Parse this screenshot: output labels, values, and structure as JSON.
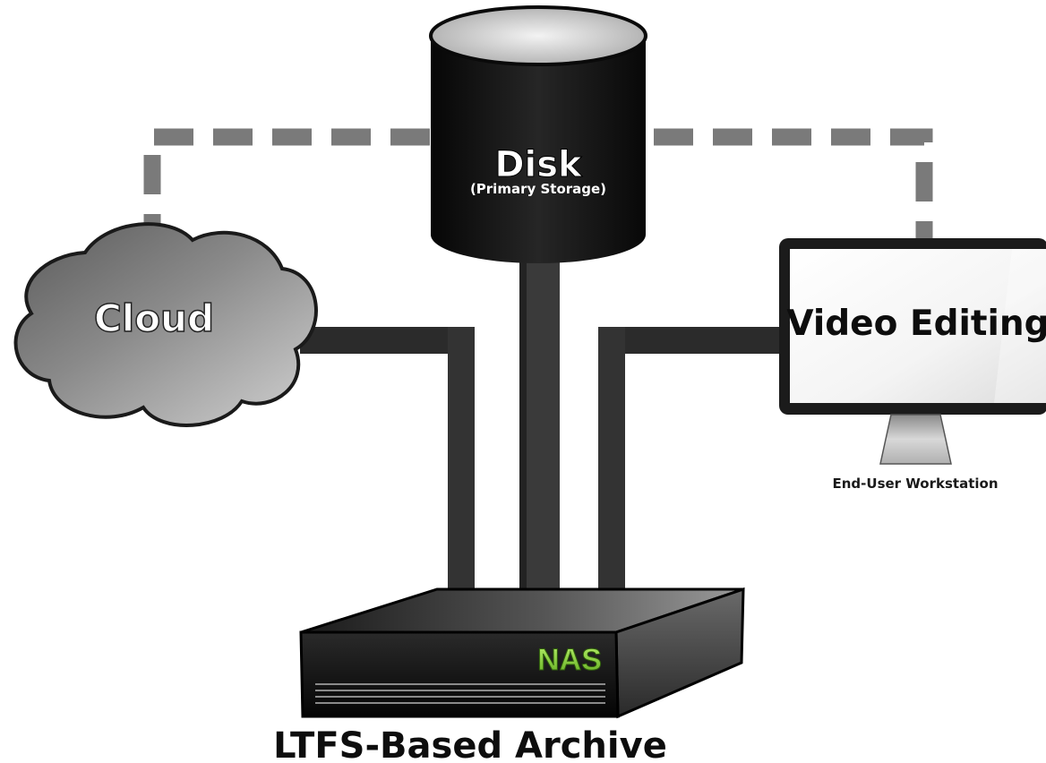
{
  "nodes": {
    "disk": {
      "label": "Disk",
      "sublabel": "(Primary Storage)"
    },
    "cloud": {
      "label": "Cloud"
    },
    "workstation": {
      "screen_label": "Video Editing",
      "caption": "End-User Workstation"
    },
    "archive": {
      "badge": "NAS",
      "caption": "LTFS-Based Archive"
    }
  },
  "connections": {
    "solid": [
      "cloud-archive",
      "disk-archive",
      "workstation-archive"
    ],
    "dashed": [
      "disk-cloud",
      "disk-workstation"
    ]
  },
  "colors": {
    "pipe_dark": "#2b2b2b",
    "pipe_mid": "#3a3a3a",
    "dashed_line": "#7a7a7a",
    "nas_badge": "#8cd33a"
  }
}
